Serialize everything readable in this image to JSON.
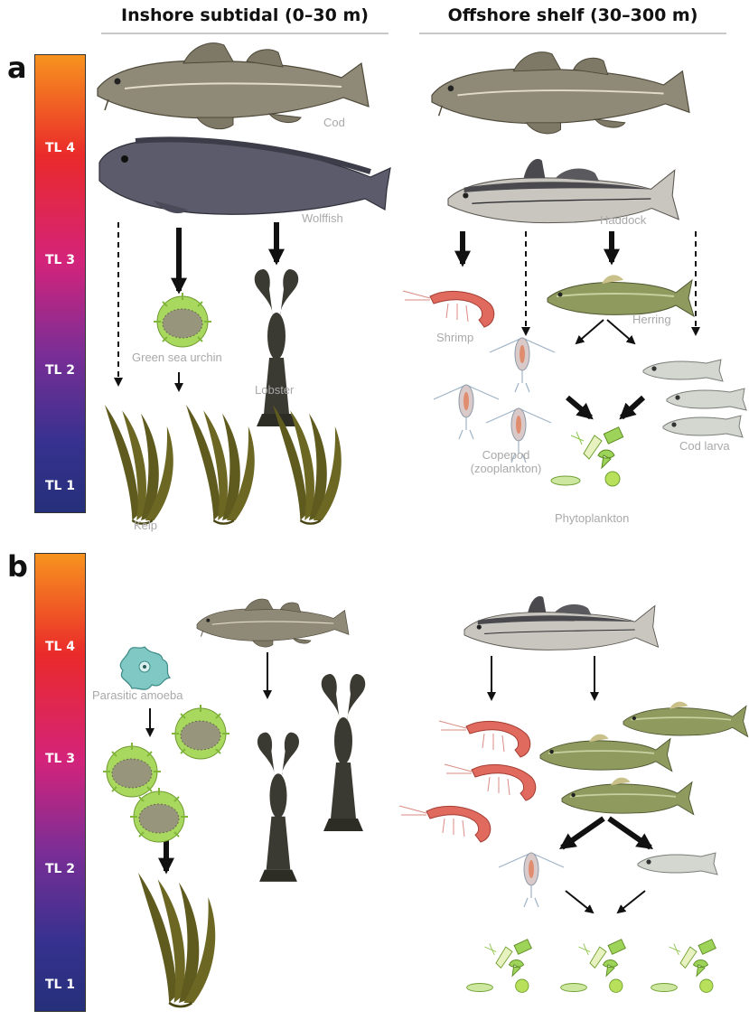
{
  "headers": {
    "inshore": "Inshore subtidal (0–30 m)",
    "offshore": "Offshore shelf (30–300 m)"
  },
  "panels": {
    "a": {
      "letter": "a",
      "trophic_levels": [
        "TL 4",
        "TL 3",
        "TL 2",
        "TL 1"
      ],
      "labels": {
        "cod": "Cod",
        "wolffish": "Wolffish",
        "green_sea_urchin": "Green sea urchin",
        "lobster": "Lobster",
        "kelp": "Kelp",
        "haddock": "Haddock",
        "shrimp": "Shrimp",
        "herring": "Herring",
        "copepod_line1": "Copepod",
        "copepod_line2": "(zooplankton)",
        "cod_larva": "Cod larva",
        "phytoplankton": "Phytoplankton"
      }
    },
    "b": {
      "letter": "b",
      "trophic_levels": [
        "TL 4",
        "TL 3",
        "TL 2",
        "TL 1"
      ],
      "labels": {
        "parasitic_amoeba": "Parasitic amoeba"
      }
    }
  },
  "colors": {
    "label_gray": "#a9a9a9",
    "cod_fill": "#8f8a78",
    "wolffish_fill": "#5b5b6b",
    "haddock_fill": "#c9c6bf",
    "herring_fill": "#8f9a5e",
    "urchin_fill": "#a8d85e",
    "lobster_fill": "#3a3a32",
    "kelp_fill": "#5f5a1e",
    "shrimp_fill": "#e06a5e",
    "amoeba_fill": "#7fc8c4",
    "phyto_fill": "#9ed35a"
  }
}
